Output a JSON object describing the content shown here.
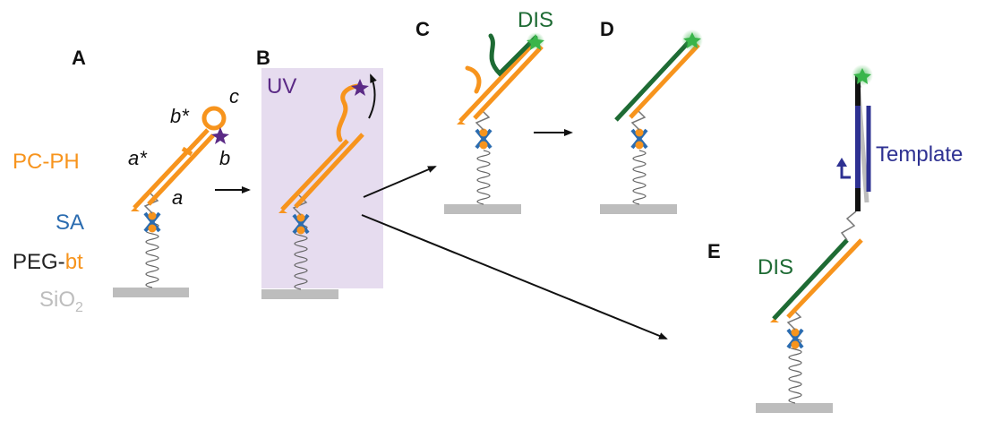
{
  "panels": [
    "A",
    "B",
    "C",
    "D",
    "E"
  ],
  "legend": {
    "pcph": "PC-PH",
    "sa": "SA",
    "peg": "PEG-",
    "bt": "bt",
    "sio2_main": "SiO",
    "sio2_sub": "2"
  },
  "segments": {
    "a_star": "a*",
    "b_star": "b*",
    "c": "c",
    "b": "b",
    "a": "a"
  },
  "uv_label": "UV",
  "dis_label_c": "DIS",
  "dis_label_e": "DIS",
  "template_label": "Template",
  "colors": {
    "orange": "#f7941d",
    "green": "#1e6b34",
    "navy": "#2e3192",
    "purple": "#5b2a86",
    "fluor_green": "#39b54a",
    "sa_blue": "#2b6cb0",
    "surface_gray": "#bdbdbd",
    "uv_bg": "#e6dcef"
  }
}
